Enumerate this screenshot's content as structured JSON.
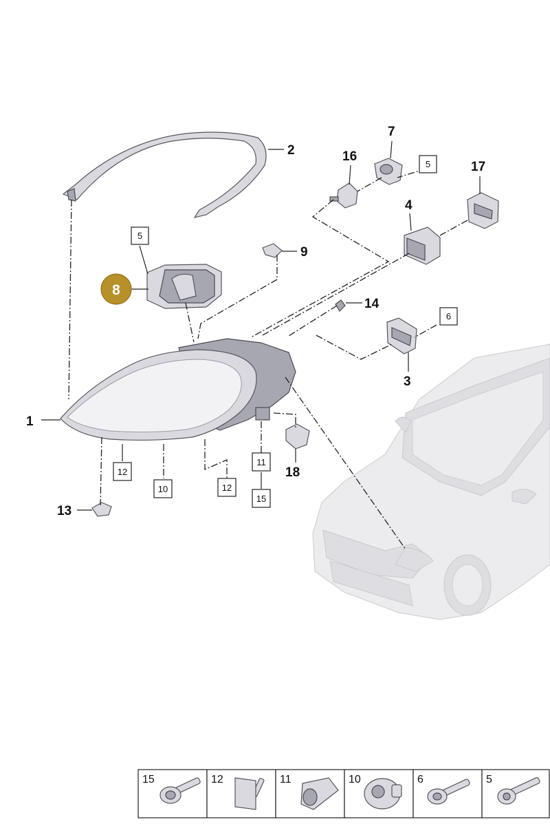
{
  "callouts": {
    "c1": "1",
    "c2": "2",
    "c3": "3",
    "c4": "4",
    "c7": "7",
    "c8": "8",
    "c9": "9",
    "c13": "13",
    "c14": "14",
    "c16": "16",
    "c17": "17",
    "c18": "18"
  },
  "boxes": {
    "b5_left": "5",
    "b5_top": "5",
    "b6": "6",
    "b11": "11",
    "b15": "15",
    "b12_left": "12",
    "b10": "10",
    "b12_right": "12"
  },
  "legend": [
    {
      "num": "15",
      "icon": "flange-bolt-icon"
    },
    {
      "num": "12",
      "icon": "square-plate-stud-icon"
    },
    {
      "num": "11",
      "icon": "expansion-nut-icon"
    },
    {
      "num": "10",
      "icon": "clip-nut-icon"
    },
    {
      "num": "6",
      "icon": "washer-screw-icon"
    },
    {
      "num": "5",
      "icon": "torx-screw-icon"
    }
  ],
  "colors": {
    "highlight_badge": "#b8902a",
    "part_fill": "#d9d9df",
    "vehicle_ghost": "#ececee"
  }
}
